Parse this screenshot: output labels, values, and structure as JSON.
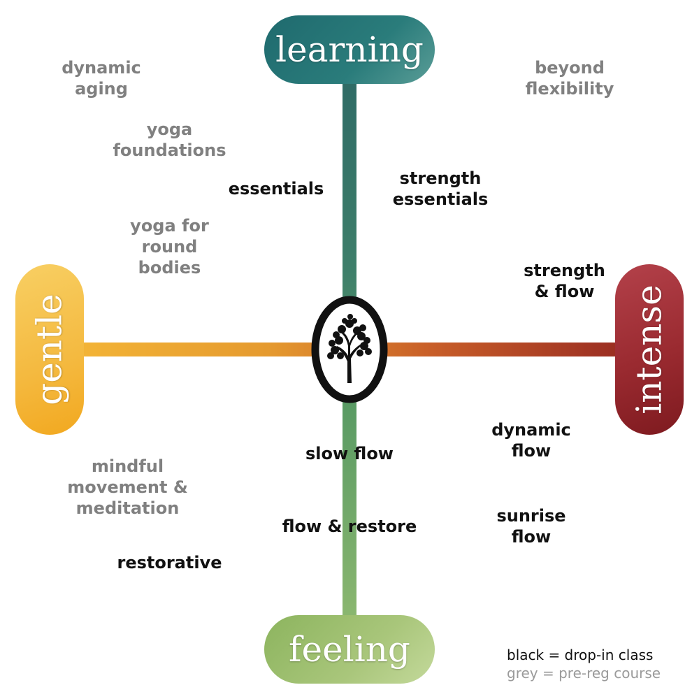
{
  "axes": {
    "top": "learning",
    "bottom": "feeling",
    "left": "gentle",
    "right": "intense"
  },
  "classes": {
    "essentials": "essentials",
    "strength_essentials": "strength\nessentials",
    "strength_flow": "strength\n& flow",
    "slow_flow": "slow flow",
    "dynamic_flow": "dynamic\nflow",
    "flow_restore": "flow & restore",
    "sunrise_flow": "sunrise\nflow",
    "restorative": "restorative"
  },
  "courses": {
    "dynamic_aging": "dynamic\naging",
    "beyond_flexibility": "beyond\nflexibility",
    "yoga_foundations": "yoga\nfoundations",
    "yoga_round_bodies": "yoga for\nround\nbodies",
    "mindful_movement": "mindful\nmovement &\nmeditation"
  },
  "legend": {
    "black_line": "black = drop-in class",
    "grey_line": "grey = pre-reg course"
  },
  "colors": {
    "drop_in": "#111111",
    "pre_reg": "#808080",
    "learning": "#2a7c7b",
    "feeling": "#a9c67b",
    "gentle": "#f4b93f",
    "intense": "#9a2a30"
  },
  "icons": {
    "center": "tree-icon"
  }
}
